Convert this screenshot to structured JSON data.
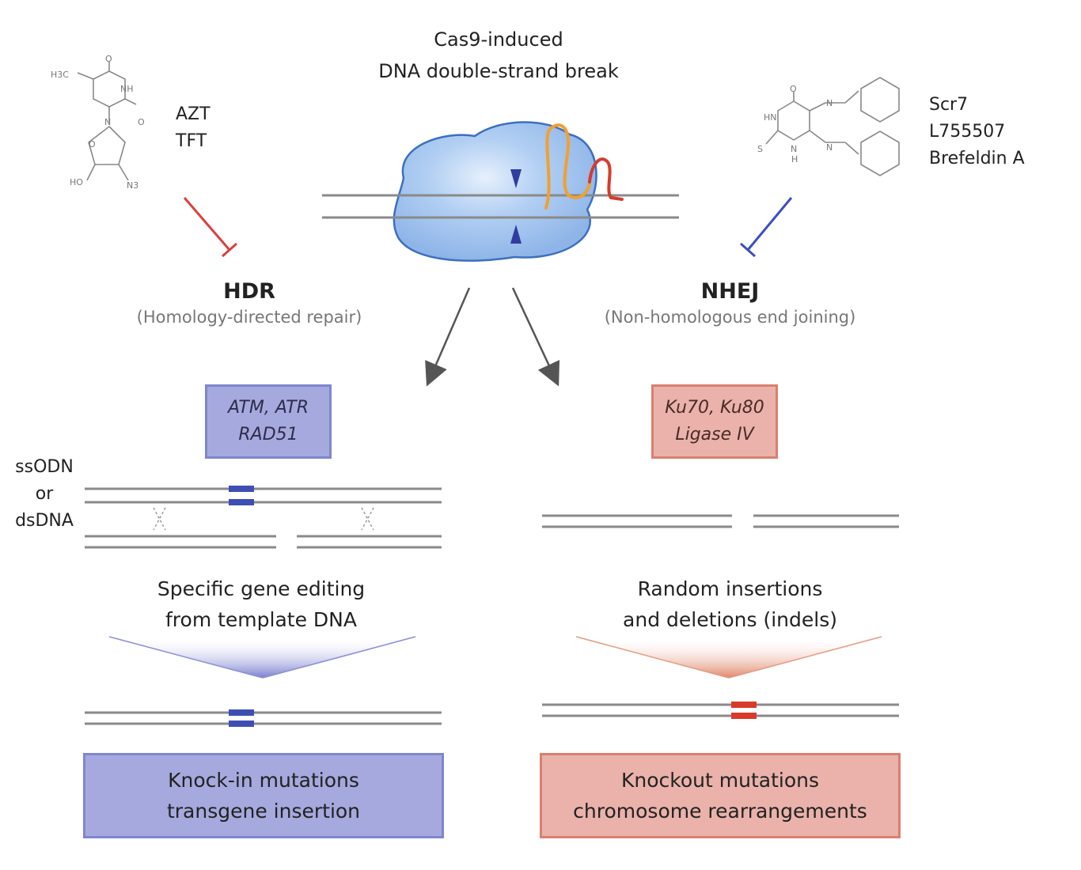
{
  "title": {
    "line1": "Cas9-induced",
    "line2": "DNA double-strand break"
  },
  "inhibitors_left": {
    "line1": "AZT",
    "line2": "TFT"
  },
  "inhibitors_right": {
    "line1": "Scr7",
    "line2": "L755507",
    "line3": "Brefeldin A"
  },
  "hdr": {
    "name": "HDR",
    "subtitle": "(Homology-directed repair)",
    "genes_line1": "ATM, ATR",
    "genes_line2": "RAD51",
    "template_line1": "ssODN",
    "template_line2": "or",
    "template_line3": "dsDNA",
    "result_line1": "Specific gene editing",
    "result_line2": "from template DNA",
    "outcome_line1": "Knock-in mutations",
    "outcome_line2": "transgene insertion"
  },
  "nhej": {
    "name": "NHEJ",
    "subtitle": "(Non-homologous end joining)",
    "genes_line1": "Ku70, Ku80",
    "genes_line2": "Ligase IV",
    "result_line1": "Random insertions",
    "result_line2": "and deletions (indels)",
    "outcome_line1": "Knockout mutations",
    "outcome_line2": "chromosome rearrangements"
  },
  "molecule_labels": {
    "azt": [
      "H3C",
      "O",
      "NH",
      "N",
      "O",
      "O",
      "HO",
      "N3"
    ],
    "scr7": [
      "O",
      "HN",
      "N",
      "N",
      "S",
      "N",
      "H"
    ]
  },
  "colors": {
    "hdr_fill": "#a5a9de",
    "hdr_border": "#7f86cf",
    "nhej_fill": "#eab2aa",
    "nhej_border": "#d9806f",
    "hdr_marker": "#3d4fb5",
    "nhej_marker": "#d93a2b",
    "dna_strand": "#8a8a8a",
    "cas9_fill": "#a8c8f0",
    "cas9_border": "#3d6fc0"
  }
}
